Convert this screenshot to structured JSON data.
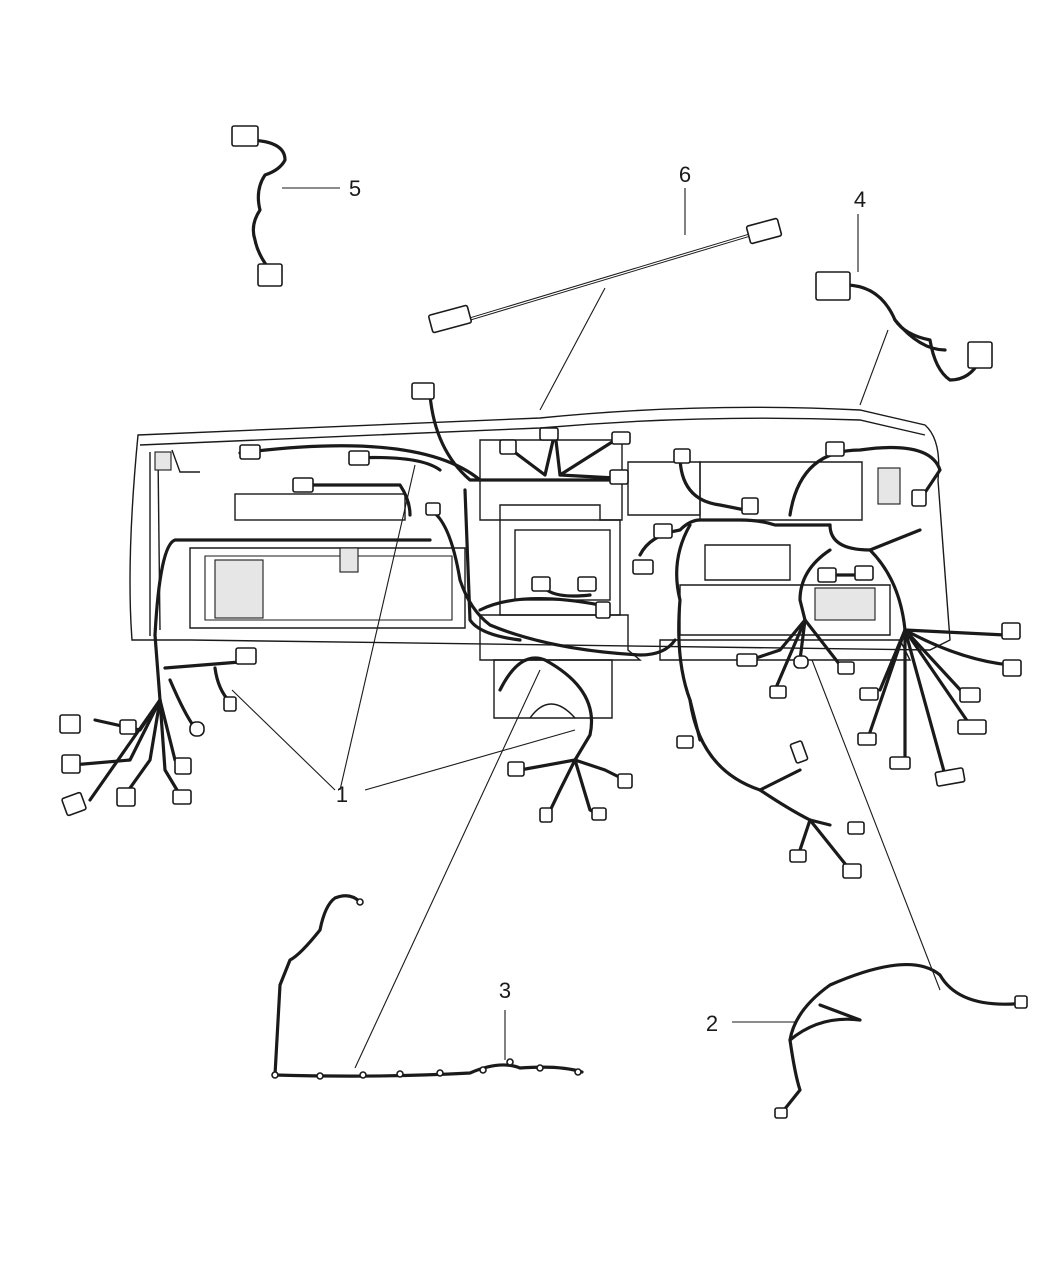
{
  "callouts": [
    {
      "number": "1",
      "part": "instrument-panel-wiring"
    },
    {
      "number": "2",
      "part": "jumper-wiring"
    },
    {
      "number": "3",
      "part": "speaker-wiring"
    },
    {
      "number": "4",
      "part": "jumper-wiring-right"
    },
    {
      "number": "5",
      "part": "jumper-wiring-left"
    },
    {
      "number": "6",
      "part": "antenna-cable"
    }
  ]
}
